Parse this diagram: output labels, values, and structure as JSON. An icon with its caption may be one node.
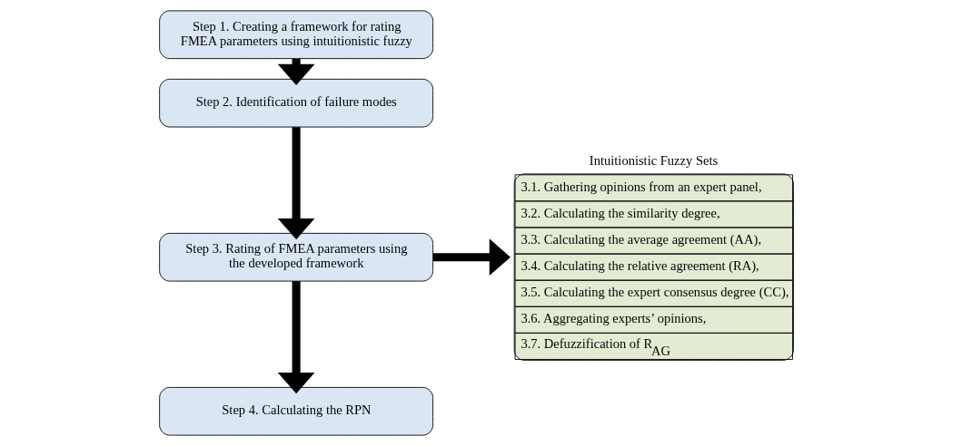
{
  "diagram": {
    "nodes": [
      {
        "text": [
          "Step 1. Creating a framework for rating FMEA parameters using intuitionistic fuzzy"
        ]
      },
      {
        "text": [
          "Step 2. Identification of failure modes"
        ]
      },
      {
        "text": [
          "Step 3. Rating of FMEA parameters using the developed framework"
        ]
      },
      {
        "text": [
          "Step 4. Calculating the RPN"
        ]
      },
      {
        "text": [
          "Intuitionistic Fuzzy Sets",
          "3.1. Gathering opinions from an expert panel,",
          "3.2. Calculating the similarity degree,",
          "3.3. Calculating the average agreement (AA),",
          "3.4. Calculating the relative agreement (RA),",
          "3.5. Calculating the expert consensus degree (CC),",
          "3.6. Aggregating experts’ opinions,",
          "3.7. Defuzzification of R$_{AG}$"
        ]
      }
    ],
    "edges": [
      {
        "from": 0,
        "to": 1,
        "arrow": "to"
      },
      {
        "from": 1,
        "to": 2,
        "arrow": "to"
      },
      {
        "from": 2,
        "to": 3,
        "arrow": "to"
      },
      {
        "from": 2,
        "to": 4,
        "arrow": "to"
      }
    ]
  }
}
